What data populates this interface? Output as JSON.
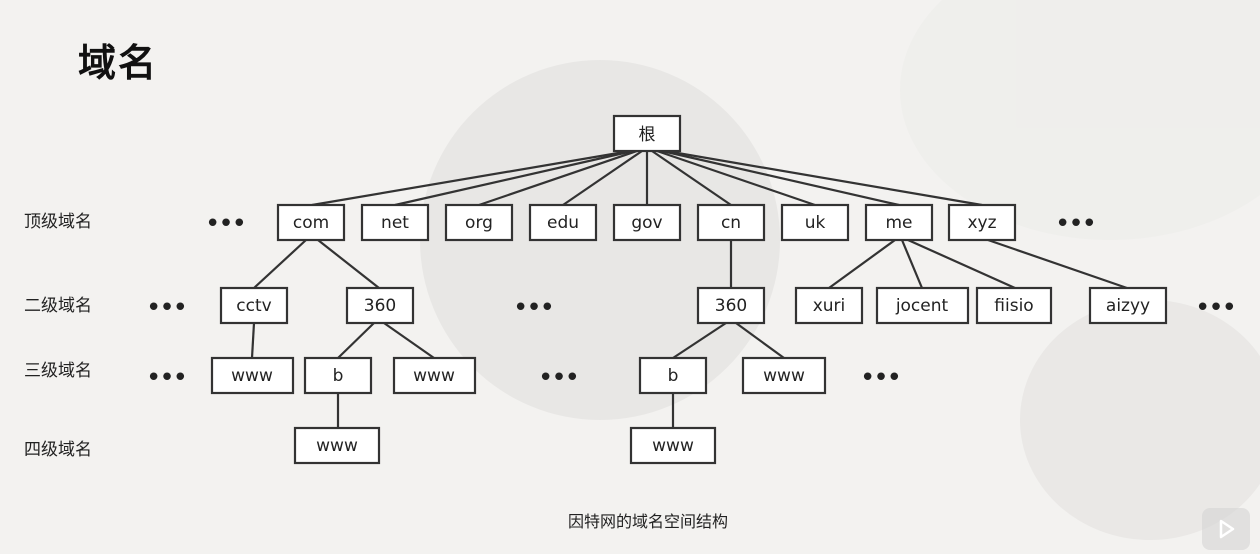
{
  "title": "域名",
  "caption": "因特网的域名空间结构",
  "levels": [
    "顶级域名",
    "二级域名",
    "三级域名",
    "四级域名"
  ],
  "ellipsis": "•••",
  "tree": {
    "root": "根",
    "tld": [
      "com",
      "net",
      "org",
      "edu",
      "gov",
      "cn",
      "uk",
      "me",
      "xyz"
    ],
    "second": [
      "cctv",
      "360",
      "360",
      "xuri",
      "jocent",
      "fiisio",
      "aizyy"
    ],
    "third": [
      "www",
      "b",
      "www",
      "b",
      "www"
    ],
    "fourth": [
      "www",
      "www"
    ]
  }
}
